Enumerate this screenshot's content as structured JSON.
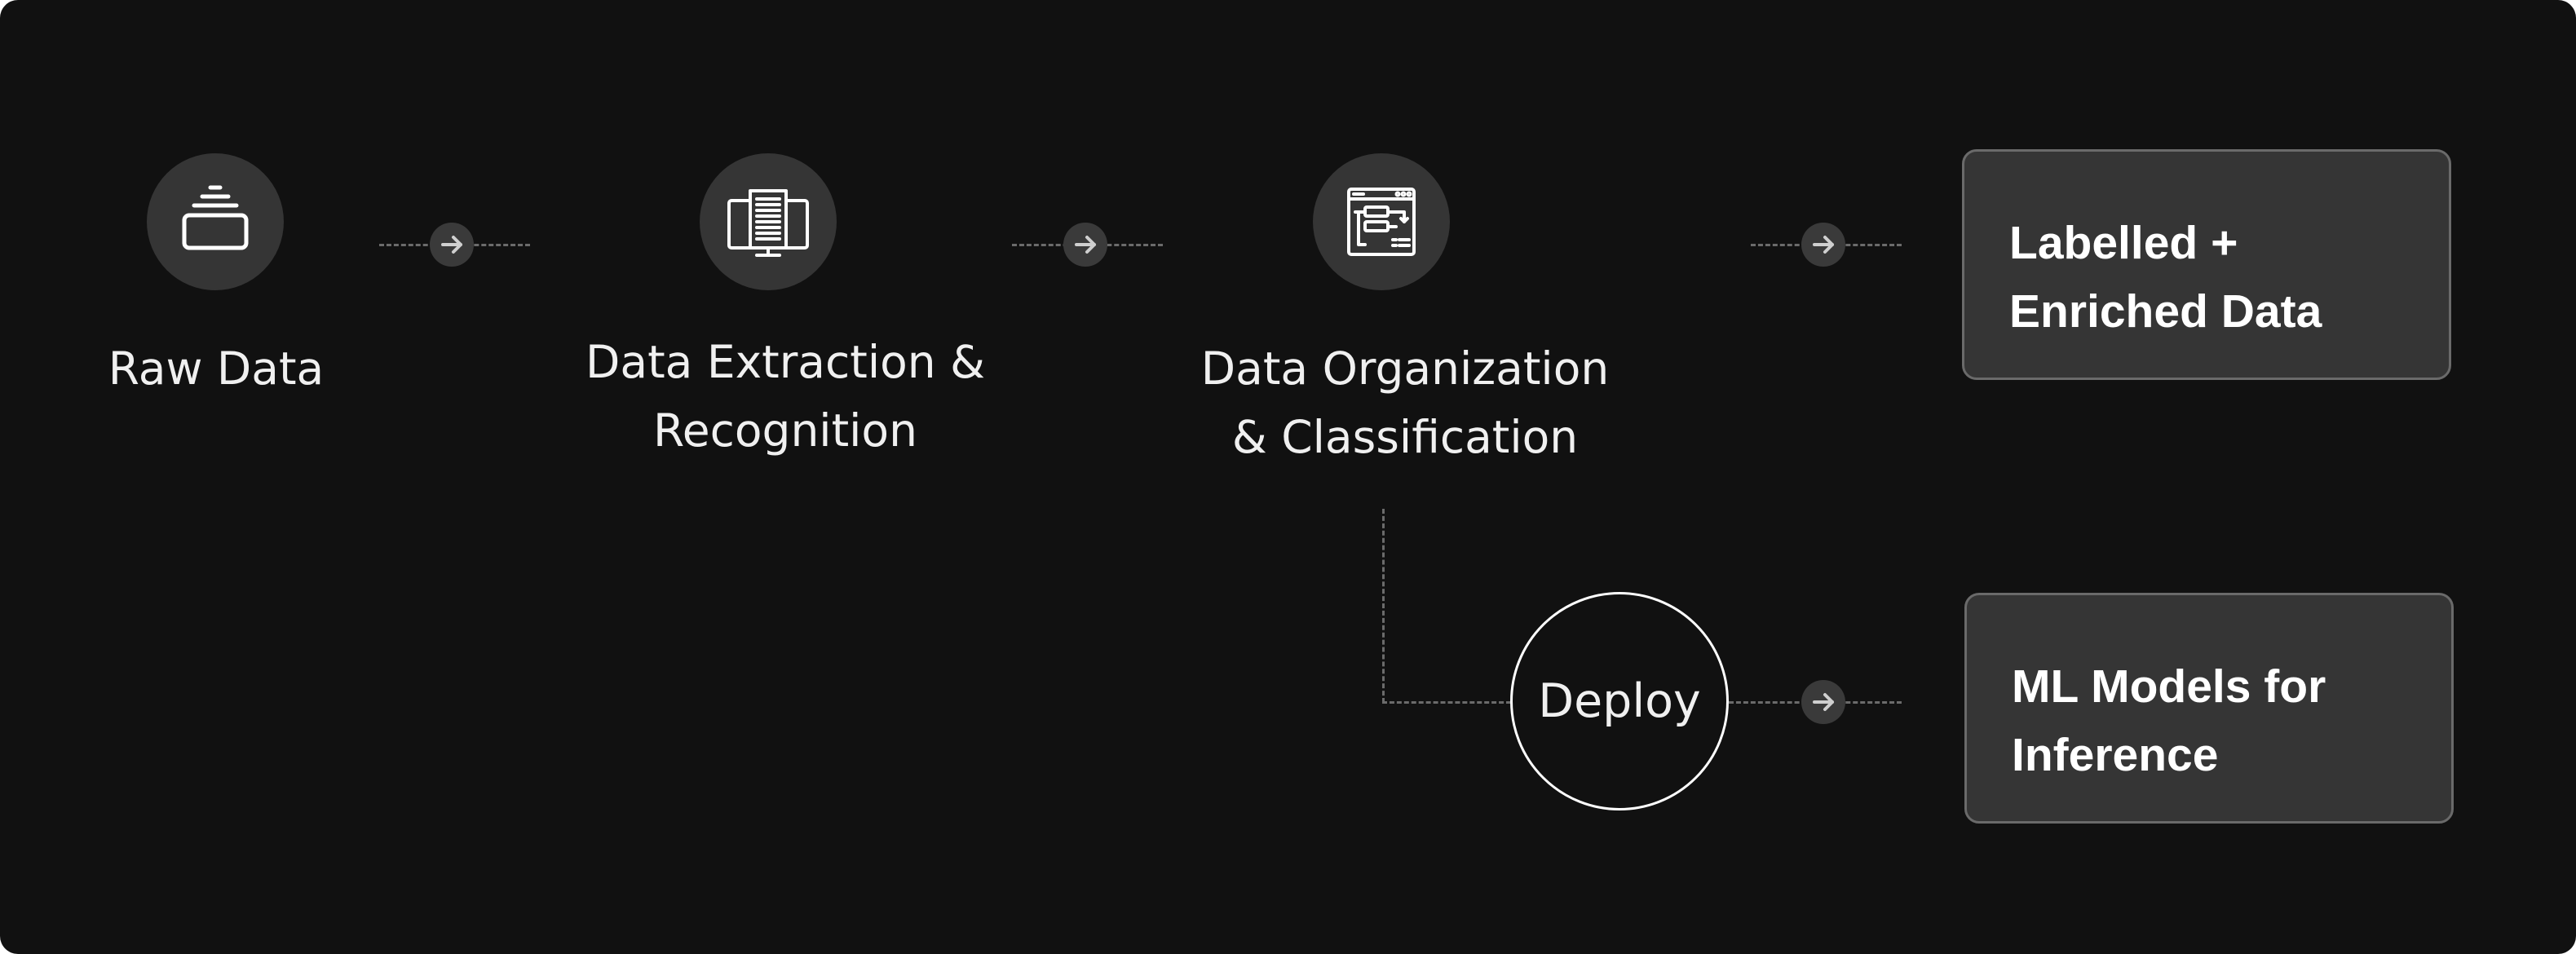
{
  "steps": [
    {
      "id": "raw-data",
      "icon": "stack-icon",
      "label_lines": [
        "Raw Data"
      ]
    },
    {
      "id": "data-extraction",
      "icon": "document-monitor-icon",
      "label_lines": [
        "Data Extraction &",
        "Recognition"
      ]
    },
    {
      "id": "data-organization",
      "icon": "workflow-window-icon",
      "label_lines": [
        "Data Organization",
        "& Classification"
      ]
    }
  ],
  "outputs": {
    "labelled": {
      "lines": [
        "Labelled +",
        "Enriched Data"
      ]
    },
    "models": {
      "lines": [
        "ML Models for",
        "Inference"
      ]
    }
  },
  "deploy": {
    "label": "Deploy"
  },
  "arrow_icon": "arrow-right-icon",
  "colors": {
    "background": "#111111",
    "node_fill": "#353535",
    "box_fill": "#353535",
    "box_border": "#6a6a6a",
    "connector": "#6b6b6b",
    "text": "#f0f0f0",
    "deploy_border": "#ffffff"
  }
}
